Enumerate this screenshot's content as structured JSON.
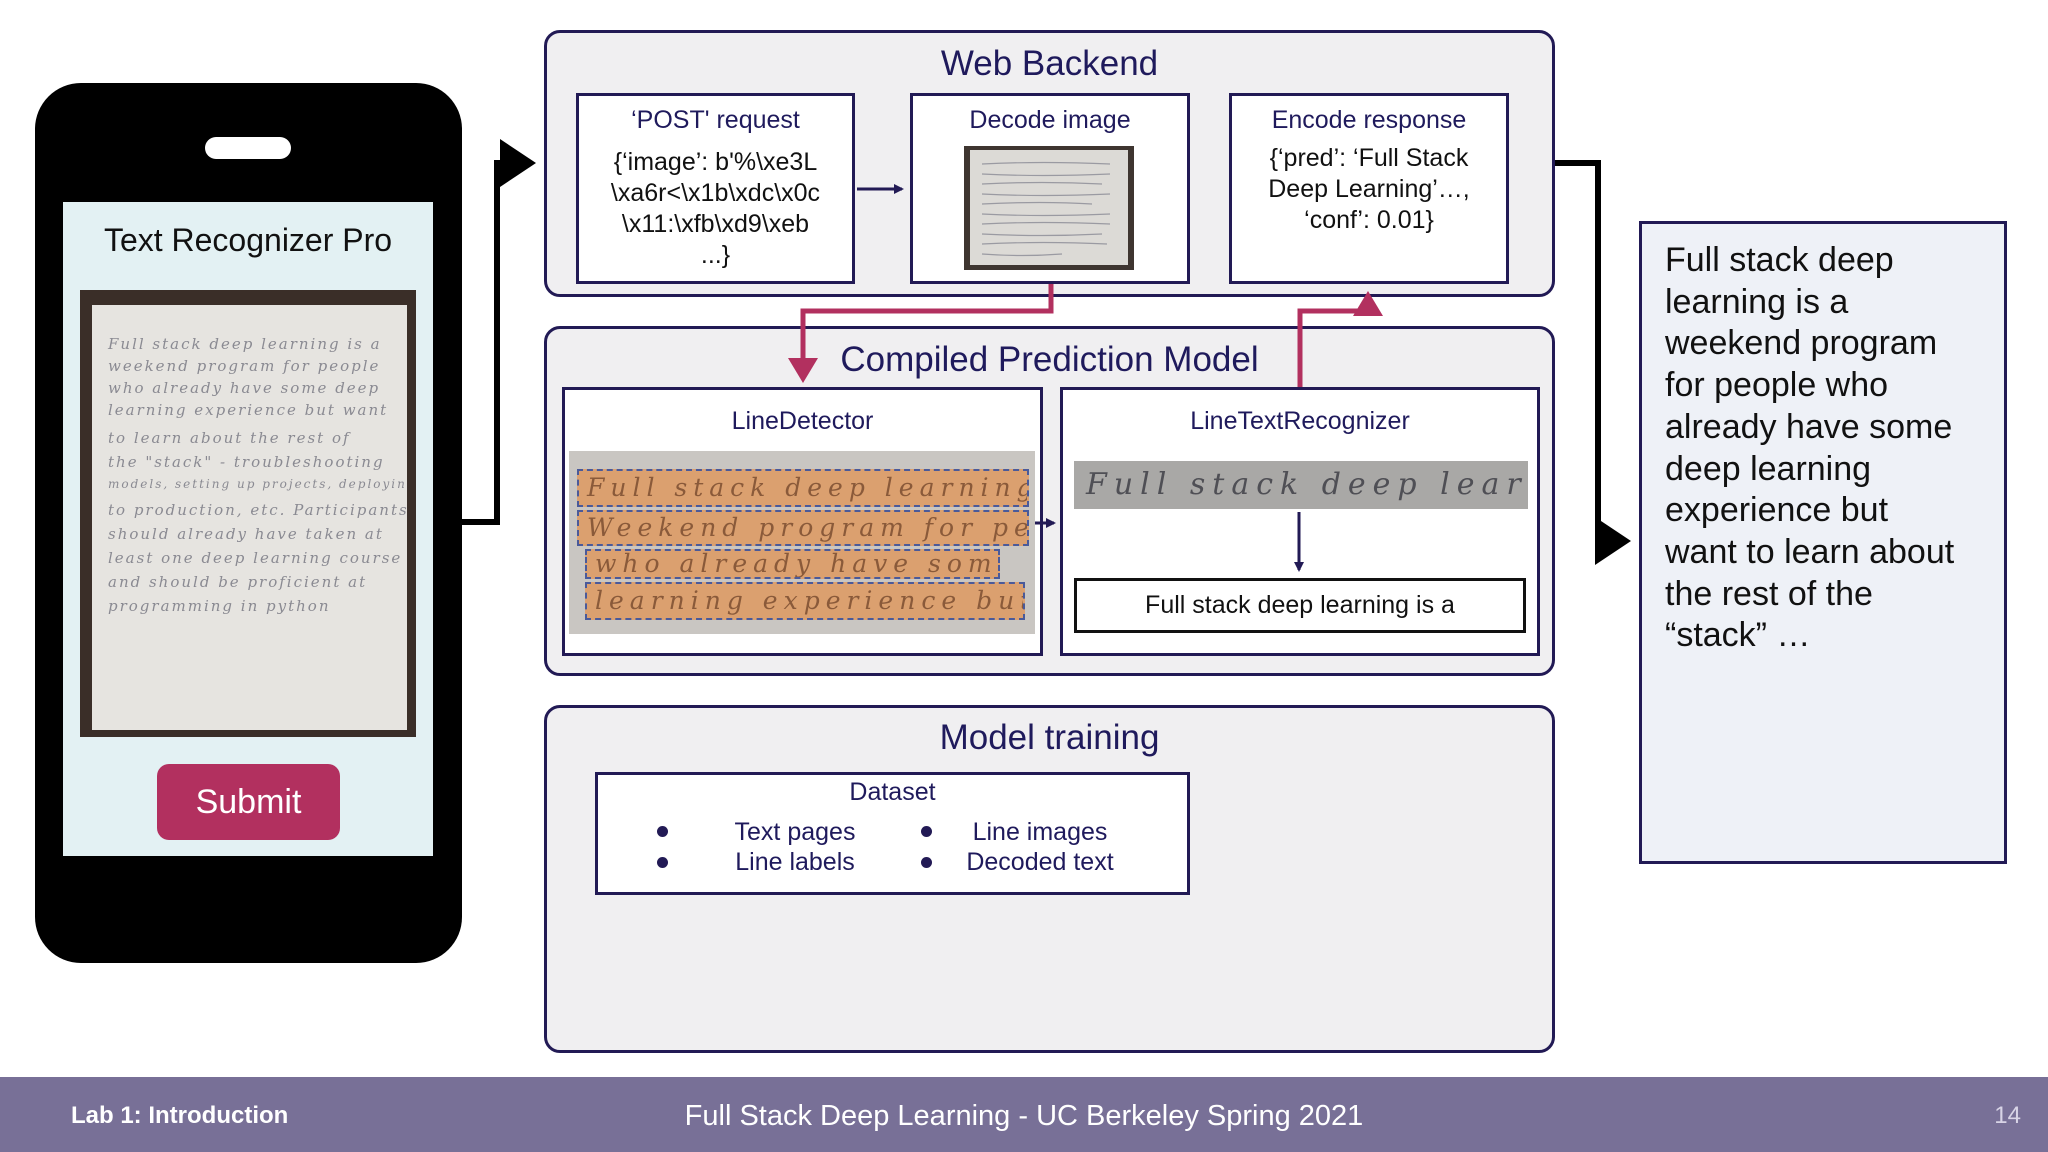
{
  "phone": {
    "app_title": "Text Recognizer Pro",
    "submit_label": "Submit",
    "handwriting": [
      "Full stack deep learning is a",
      "weekend program for people",
      "who already have some deep",
      "learning experience but want",
      "to learn about the rest of",
      "the \"stack\" - troubleshooting",
      "models, setting up projects, deploying",
      "to production, etc. Participants",
      "should already have taken at",
      "least one deep learning course",
      "and should be proficient at",
      "programming in python"
    ]
  },
  "web_backend": {
    "title": "Web Backend",
    "post_box": {
      "title": "‘POST' request",
      "lines": [
        "{‘image’:  b'%\\xe3L",
        "\\xa6r<\\x1b\\xdc\\x0c",
        "\\x11:\\xfb\\xd9\\xeb",
        "...}"
      ]
    },
    "decode_box": {
      "title": "Decode image"
    },
    "encode_box": {
      "title": "Encode response",
      "lines": [
        "{‘pred’:  ‘Full Stack",
        "Deep Learning’…,",
        "‘conf’: 0.01}"
      ]
    }
  },
  "prediction_model": {
    "title": "Compiled Prediction Model",
    "line_detector": {
      "title": "LineDetector",
      "lines": [
        "Full stack deep learning is a",
        "Weekend program for people",
        "who already have some deep",
        "learning experience but want"
      ]
    },
    "line_text_recognizer": {
      "title": "LineTextRecognizer",
      "image_text": "Full stack deep learning is a",
      "prediction": "Full stack deep learning is a"
    }
  },
  "model_training": {
    "title": "Model training",
    "dataset_title": "Dataset",
    "items": [
      "Text pages",
      "Line images",
      "Line labels",
      "Decoded text"
    ]
  },
  "output": {
    "lines": [
      "Full stack deep",
      "learning is a",
      "weekend program",
      "for people who",
      "already have some",
      "deep learning",
      "experience but",
      "want to learn about",
      "the rest of the",
      "“stack” …"
    ]
  },
  "footer": {
    "left": "Lab 1: Introduction",
    "center": "Full Stack Deep Learning - UC Berkeley Spring 2021",
    "page": "14"
  },
  "colors": {
    "panel_border": "#221a55",
    "accent_magenta": "#b2305f",
    "footer": "#787097"
  }
}
